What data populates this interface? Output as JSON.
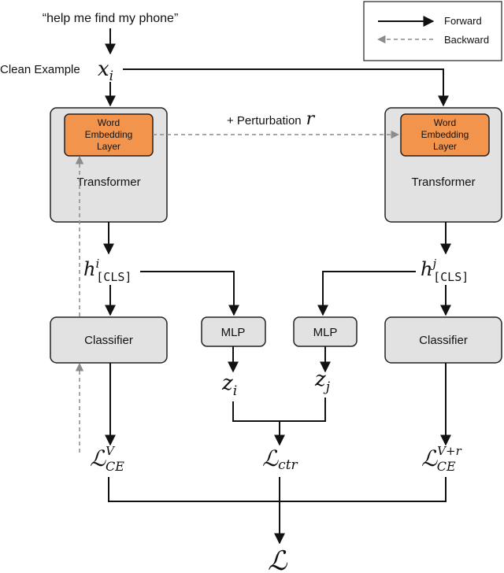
{
  "input_text": "“help me find my phone”",
  "clean_example_label": "Clean Example",
  "x_symbol": "x",
  "x_subscript": "i",
  "perturbation_label": "+ Perturbation",
  "perturbation_symbol": "r",
  "legend": {
    "forward": "Forward",
    "backward": "Backward"
  },
  "left_transformer": {
    "embedding_line1": "Word",
    "embedding_line2": "Embedding",
    "embedding_line3": "Layer",
    "label": "Transformer"
  },
  "right_transformer": {
    "embedding_line1": "Word",
    "embedding_line2": "Embedding",
    "embedding_line3": "Layer",
    "label": "Transformer"
  },
  "h_left": {
    "base": "h",
    "sup": "i",
    "sub": "[CLS]"
  },
  "h_right": {
    "base": "h",
    "sup": "j",
    "sub": "[CLS]"
  },
  "classifier_left": "Classifier",
  "classifier_right": "Classifier",
  "mlp_left": "MLP",
  "mlp_right": "MLP",
  "z_left": {
    "base": "z",
    "sub": "i"
  },
  "z_right": {
    "base": "z",
    "sub": "j"
  },
  "loss_ce_left": {
    "base": "ℒ",
    "sup": "V",
    "sub": "CE"
  },
  "loss_ctr": {
    "base": "ℒ",
    "sub": "ctr"
  },
  "loss_ce_right": {
    "base": "ℒ",
    "sup": "V+r",
    "sub": "CE"
  },
  "loss_total": "ℒ",
  "colors": {
    "box_fill": "#e2e2e2",
    "embedding_fill": "#f3944c",
    "stroke": "#222222",
    "backward": "#8c8c8c"
  }
}
